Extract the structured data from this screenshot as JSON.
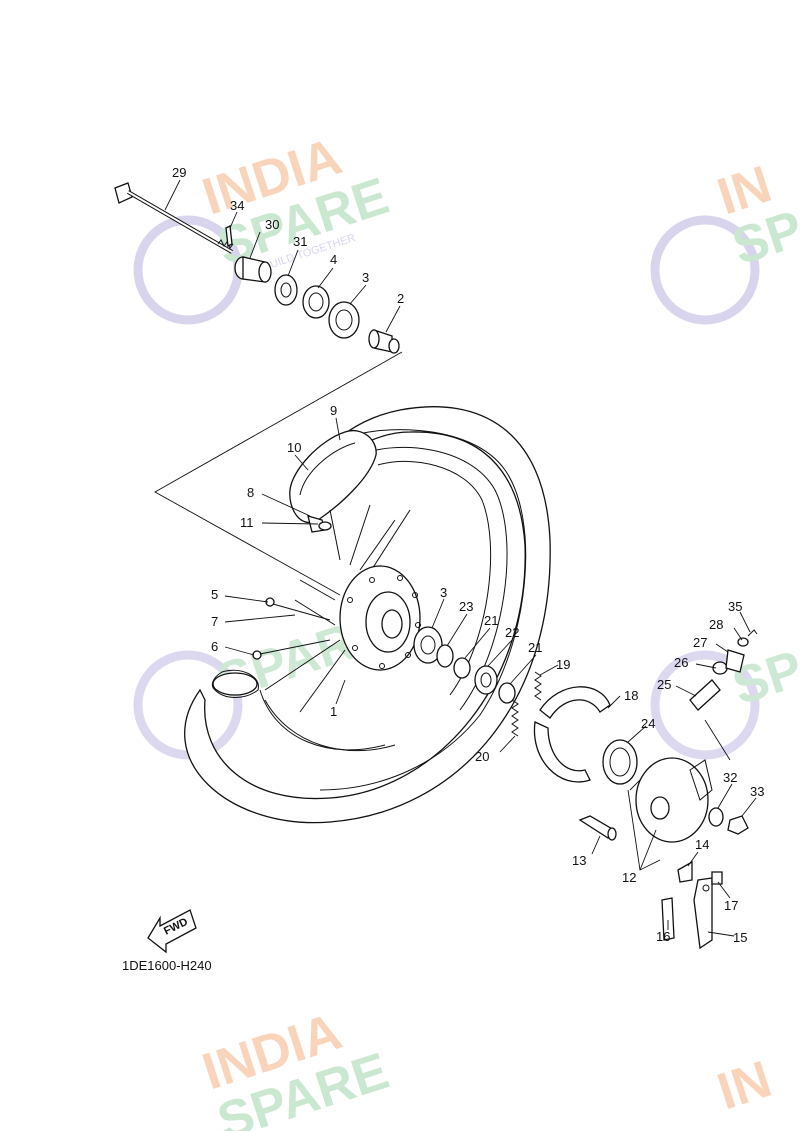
{
  "diagram": {
    "code": "1DE1600-H240",
    "fwd_label": "FWD",
    "callouts": [
      "1",
      "2",
      "3",
      "3",
      "4",
      "5",
      "6",
      "7",
      "8",
      "9",
      "10",
      "11",
      "12",
      "13",
      "14",
      "15",
      "16",
      "17",
      "18",
      "19",
      "20",
      "21",
      "21",
      "22",
      "23",
      "24",
      "25",
      "26",
      "27",
      "28",
      "29",
      "30",
      "31",
      "32",
      "33",
      "34",
      "35"
    ]
  },
  "watermark": {
    "line1": "INDIA",
    "line2": "SPARE",
    "tagline": "REBUILD TOGETHER",
    "colors": {
      "orange": "#f4b183",
      "green": "#9fd4a9",
      "purple": "#b9b2e0"
    }
  }
}
